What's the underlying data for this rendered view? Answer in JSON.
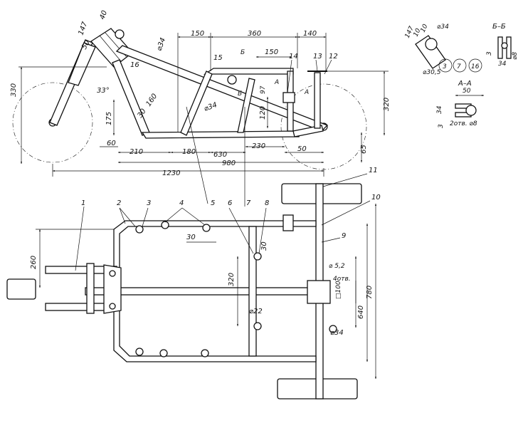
{
  "side_view": {
    "dims": {
      "d147": "147",
      "d40": "40",
      "d50": "50",
      "d16": "16",
      "d34": "⌀34",
      "d330": "330",
      "d33": "33°",
      "d175": "175",
      "d30": "30",
      "d160": "160",
      "d60": "60",
      "d210": "210",
      "d180": "180",
      "d630": "630",
      "d230": "230",
      "d50b": "50",
      "d980": "980",
      "d1230": "1230",
      "d65": "65",
      "d320": "320",
      "d150a": "150",
      "d360": "360",
      "d140": "140",
      "d150b": "150",
      "d120": "120",
      "d97": "97",
      "d34b": "⌀34"
    },
    "callouts": {
      "c15": "15",
      "c14": "14",
      "c13": "13",
      "c12": "12"
    },
    "section_marks": {
      "b1": "Б",
      "b2": "Б",
      "a1": "А",
      "a2": "А"
    }
  },
  "top_view": {
    "dims": {
      "d260": "260",
      "d30": "30",
      "d320": "320",
      "d30b": "30",
      "d22": "⌀22",
      "d52": "⌀ 5,2",
      "d4otv": "4отв.",
      "d100": "□100",
      "d34": "⌀34",
      "d640": "640",
      "d780": "780"
    },
    "callouts": {
      "c1": "1",
      "c2": "2",
      "c3": "3",
      "c4": "4",
      "c5": "5",
      "c6": "6",
      "c7": "7",
      "c8": "8",
      "c9": "9",
      "c10": "10",
      "c11": "11"
    }
  },
  "detail_b": {
    "title": "Б–Б",
    "dims": {
      "d147": "147",
      "d10a": "10",
      "d10b": "10",
      "d34": "⌀34",
      "d305": "⌀30,5",
      "d3": "3",
      "d34b": "34",
      "d8": "⌀8"
    },
    "circled": [
      "3",
      "7",
      "16"
    ]
  },
  "detail_a": {
    "title": "А–А",
    "dims": {
      "d50": "50",
      "d34": "34",
      "d3": "3",
      "d2otv": "2отв. ⌀8"
    }
  }
}
